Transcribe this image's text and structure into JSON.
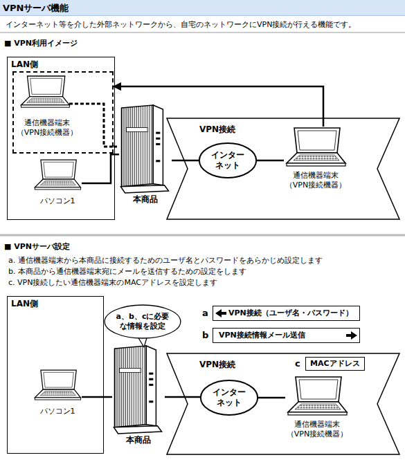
{
  "diagram": {
    "title": "VPNサーバ機能",
    "nodes": [
      {
        "text": [
          "LAN側"
        ]
      },
      {
        "text": [
          "通信機器端末 （VPN接続機器）"
        ],
        "in": 0
      },
      {
        "text": [
          "パソコン1"
        ],
        "in": 0
      },
      {
        "text": [
          "本商品"
        ]
      },
      {
        "text": [
          "VPN接続"
        ]
      },
      {
        "text": [
          "インター ネット"
        ],
        "in": 4
      },
      {
        "text": [
          "通信機器端末 （VPN接続機器）"
        ],
        "in": 4
      },
      {
        "text": [
          "LAN側"
        ]
      },
      {
        "text": [
          "パソコン1"
        ],
        "in": 7
      },
      {
        "text": [
          "a、b、cに必要な情報を設定"
        ]
      },
      {
        "text": [
          "本商品"
        ]
      },
      {
        "text": [
          "a",
          "VPN接続（ユーザ名・パスワード）"
        ]
      },
      {
        "text": [
          "b",
          "VPN接続情報メール送信"
        ]
      },
      {
        "text": [
          "VPN接続"
        ]
      },
      {
        "text": [
          "c",
          "MACアドレス"
        ],
        "in": 13
      },
      {
        "text": [
          "インター ネット"
        ],
        "in": 13
      },
      {
        "text": [
          "通信機器端末 （VPN接続機器）"
        ],
        "in": 13
      }
    ],
    "edges": [
      {
        "from": 2,
        "to": 3,
        "arrow": "none"
      },
      {
        "from": 1,
        "to": 3,
        "arrow": "none"
      },
      {
        "from": 3,
        "to": 5,
        "arrow": "none"
      },
      {
        "from": 5,
        "to": 6,
        "arrow": "none"
      },
      {
        "from": 6,
        "to": 1,
        "arrow": "to"
      },
      {
        "from": 8,
        "to": 10,
        "arrow": "none"
      },
      {
        "from": 10,
        "to": 15,
        "arrow": "none"
      },
      {
        "from": 15,
        "to": 16,
        "arrow": "none"
      }
    ],
    "labels": [
      "インターネット等を介した外部ネットワークから、自宅のネットワークにVPN接続が行える機能です。",
      "■ VPN利用イメージ",
      "■ VPNサーバ設定",
      "a. 通信機器端末から本商品に接続するためのユーザ名とパスワードをあらかじめ設定します",
      "b. 本商品から通信機器端末宛にメールを送信するための設定をします",
      "c. VPN接続したい通信機器端末のMACアドレスを設定します"
    ]
  }
}
